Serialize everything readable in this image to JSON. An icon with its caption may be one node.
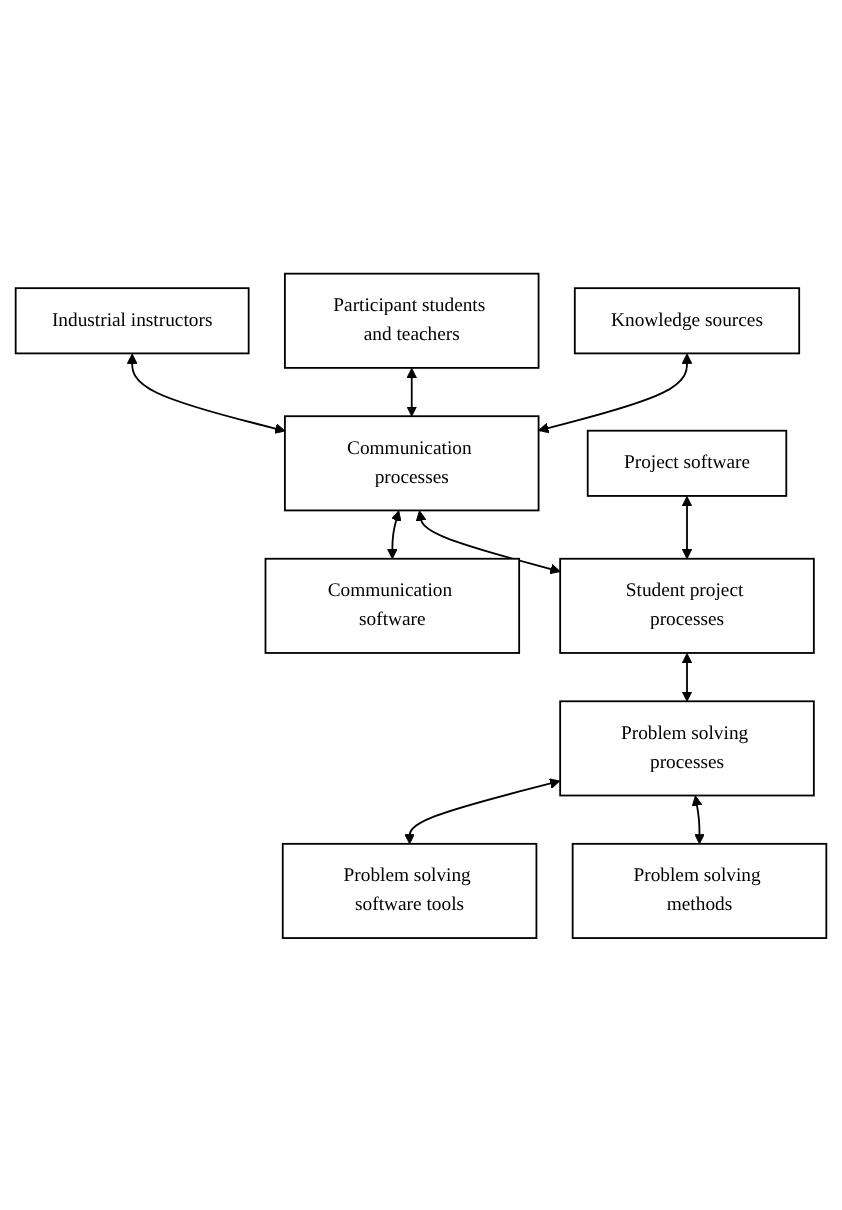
{
  "diagram": {
    "nodes": [
      {
        "text": [
          "Industrial instructors"
        ]
      },
      {
        "text": [
          "Participant students and teachers"
        ]
      },
      {
        "text": [
          "Knowledge sources"
        ]
      },
      {
        "text": [
          "Communication processes"
        ]
      },
      {
        "text": [
          "Communication software"
        ]
      },
      {
        "text": [
          "Project software"
        ]
      },
      {
        "text": [
          "Student project processes"
        ]
      },
      {
        "text": [
          "Problem solving processes"
        ]
      },
      {
        "text": [
          "Problem solving software tools"
        ]
      },
      {
        "text": [
          "Problem solving methods"
        ]
      }
    ],
    "edges": [
      {
        "from": 0,
        "to": 3,
        "arrow": "both"
      },
      {
        "from": 1,
        "to": 3,
        "arrow": "both"
      },
      {
        "from": 2,
        "to": 3,
        "arrow": "both"
      },
      {
        "from": 3,
        "to": 4,
        "arrow": "both"
      },
      {
        "from": 3,
        "to": 6,
        "arrow": "both"
      },
      {
        "from": 5,
        "to": 6,
        "arrow": "both"
      },
      {
        "from": 6,
        "to": 7,
        "arrow": "both"
      },
      {
        "from": 7,
        "to": 8,
        "arrow": "both"
      },
      {
        "from": 7,
        "to": 9,
        "arrow": "both"
      }
    ]
  }
}
